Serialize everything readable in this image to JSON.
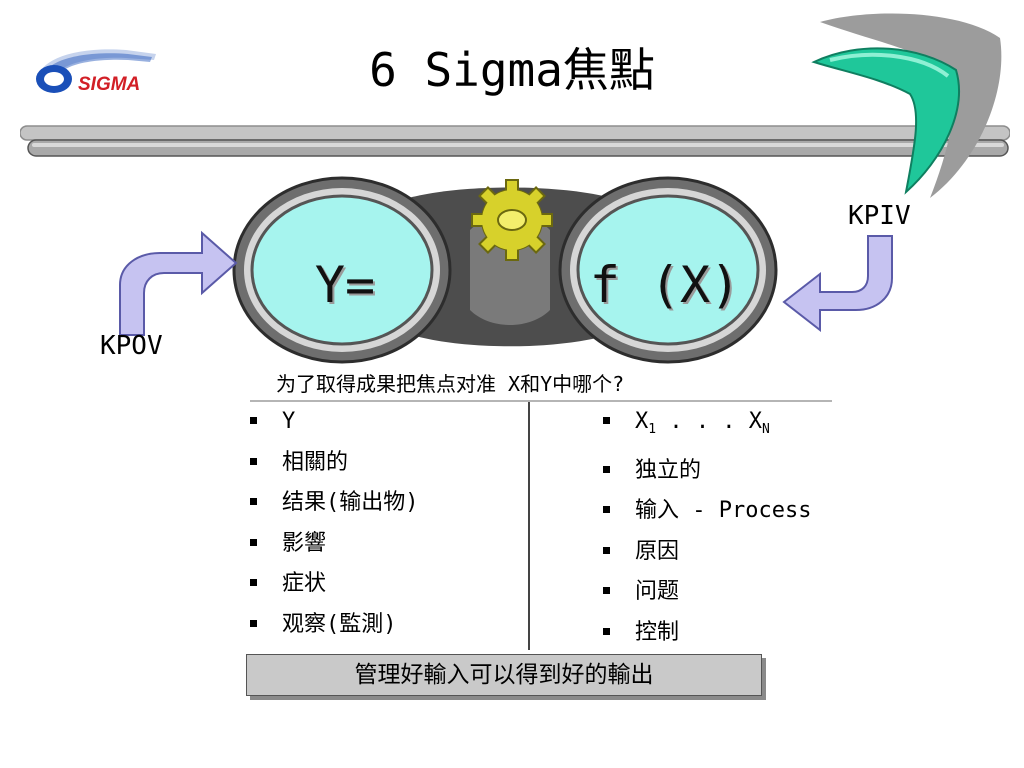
{
  "header": {
    "title": "6 Sigma焦點",
    "logo_text": "SIGMA"
  },
  "diagram": {
    "y_label": "Y=",
    "fx_label": "f (X)",
    "kpiv_label": "KPIV",
    "kpov_label": "KPOV"
  },
  "question": "为了取得成果把焦点对准 X和Y中哪个?",
  "left_items": [
    "Y",
    "相關的",
    "结果(输出物)",
    "影響",
    "症状",
    "观察(監測)"
  ],
  "right_items": {
    "x_range": {
      "x1": "X",
      "x1_sub": "1",
      "dots": " . . . ",
      "xn": "X",
      "xn_sub": "N"
    },
    "items": [
      "独立的",
      "输入 - Process",
      "原因",
      "问题",
      "控制"
    ]
  },
  "banner": "管理好輸入可以得到好的輸出",
  "colors": {
    "lens_fill": "#a6f4ee",
    "boomerang_green": "#1fc79a",
    "boomerang_gray": "#9c9c9c",
    "arrow_fill": "#c6c3f1",
    "arrow_stroke": "#5a5aa8",
    "gear_fill": "#d7d12b",
    "logo_blue": "#1a4fb8",
    "logo_red": "#d21f26",
    "banner_fill": "#c9c9c9"
  }
}
